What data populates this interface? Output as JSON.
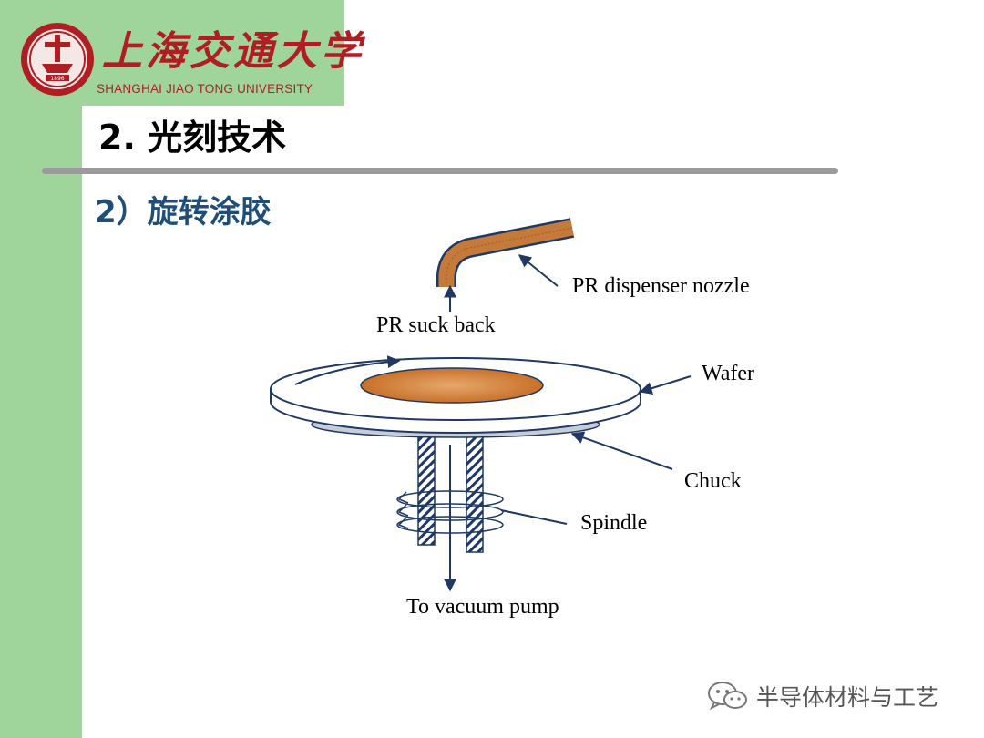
{
  "header": {
    "university_cn": "上海交通大学",
    "university_en": "SHANGHAI JIAO TONG UNIVERSITY",
    "seal_year": "1896"
  },
  "slide": {
    "title": "2. 光刻技术",
    "subtitle": "2）旋转涂胶"
  },
  "diagram": {
    "labels": {
      "nozzle": "PR dispenser nozzle",
      "suck_back": "PR suck back",
      "wafer": "Wafer",
      "chuck": "Chuck",
      "spindle": "Spindle",
      "vacuum": "To vacuum pump"
    },
    "colors": {
      "photoresist": "#c8712a",
      "nozzle": "#c47a3a",
      "arrow": "#1f3864",
      "chuck": "#c8ccd6"
    }
  },
  "watermark": {
    "text": "半导体材料与工艺",
    "icon": "wechat-icon"
  }
}
